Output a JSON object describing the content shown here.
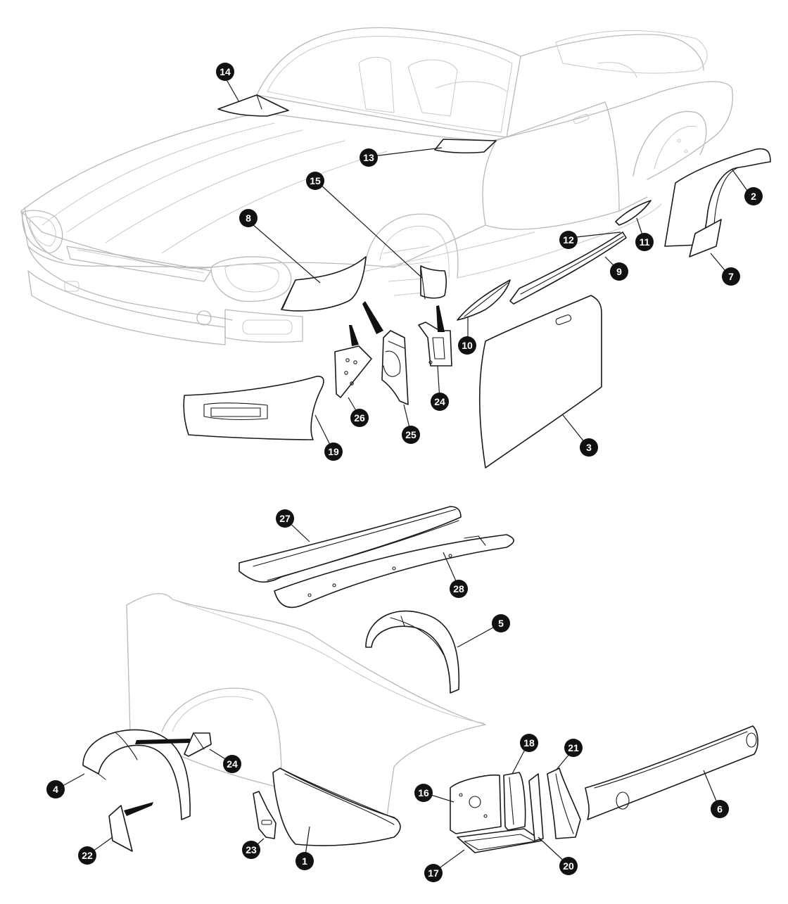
{
  "colors": {
    "outline_ghost": "#b9b9b9",
    "part_stroke": "#1a1a1a",
    "callout_fill": "#111111",
    "callout_text": "#ffffff",
    "background": "#ffffff"
  },
  "callouts": {
    "c1": "1",
    "c2": "2",
    "c3": "3",
    "c4": "4",
    "c5": "5",
    "c6": "6",
    "c7": "7",
    "c8": "8",
    "c9": "9",
    "c10": "10",
    "c11": "11",
    "c12": "12",
    "c13": "13",
    "c14": "14",
    "c15": "15",
    "c16": "16",
    "c17": "17",
    "c18": "18",
    "c19": "19",
    "c20": "20",
    "c21": "21",
    "c22": "22",
    "c23": "23",
    "c24a": "24",
    "c24b": "24",
    "c25": "25",
    "c26": "26",
    "c27": "27",
    "c28": "28"
  }
}
